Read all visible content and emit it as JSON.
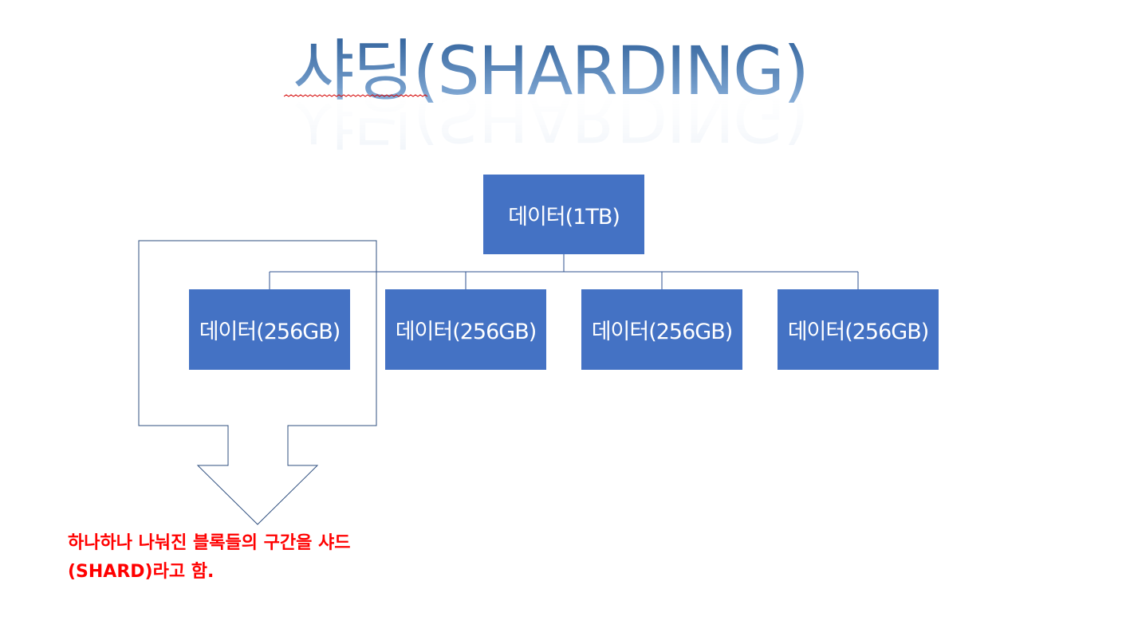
{
  "title": "샤딩(SHARDING)",
  "colors": {
    "title_gradient_top": "#2e5f99",
    "title_gradient_bottom": "#8fb5de",
    "box_fill": "#4472c4",
    "box_text": "#ffffff",
    "connector": "#2f528f",
    "outline": "#2f4f7f",
    "note_text": "#ff0000",
    "spellcheck_underline": "#d40000"
  },
  "diagram": {
    "root": {
      "label": "데이터(1TB)"
    },
    "children": [
      {
        "label": "데이터(256GB)"
      },
      {
        "label": "데이터(256GB)"
      },
      {
        "label": "데이터(256GB)"
      },
      {
        "label": "데이터(256GB)"
      }
    ]
  },
  "callout": {
    "note_lines": [
      "하나하나 나눠진 블록들의 구간을 샤드",
      "(SHARD)라고 함."
    ]
  }
}
